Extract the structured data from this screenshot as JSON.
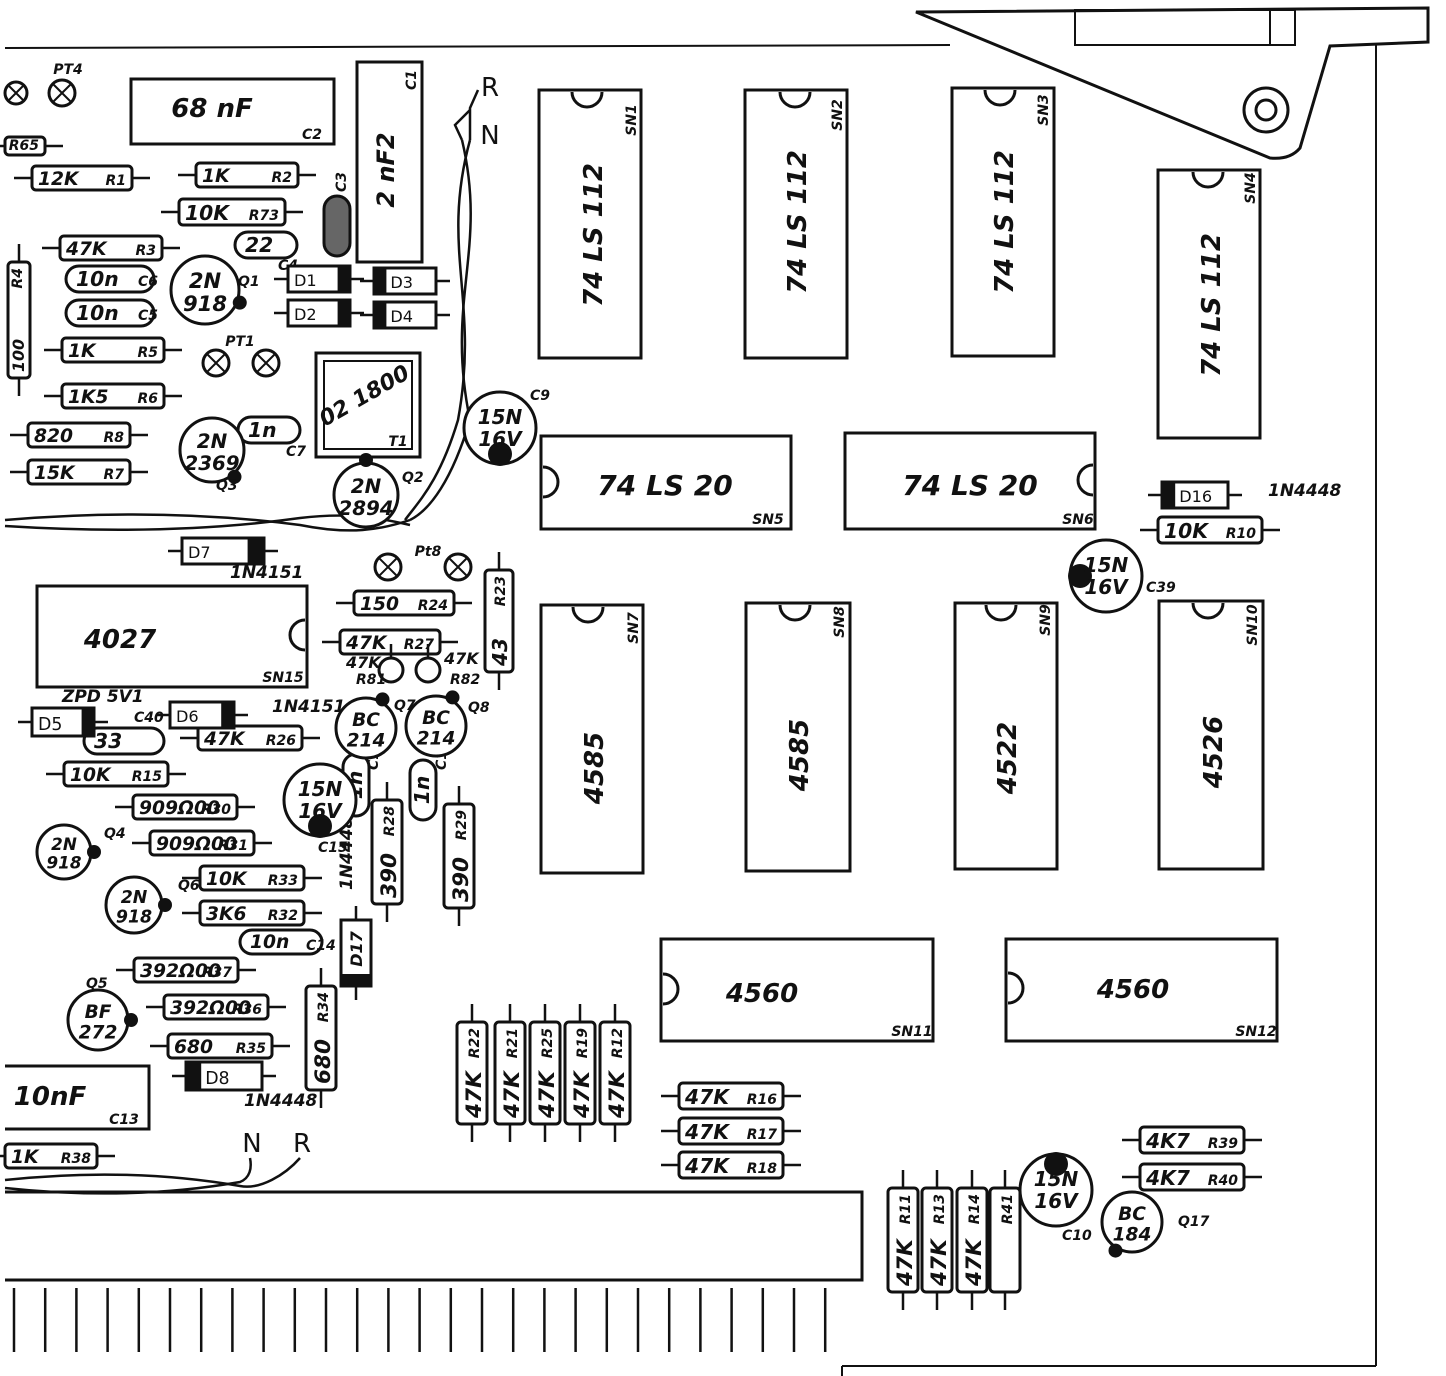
{
  "ics": [
    {
      "ref": "SN1",
      "part": "74 LS 112"
    },
    {
      "ref": "SN2",
      "part": "74 LS 112"
    },
    {
      "ref": "SN3",
      "part": "74 LS 112"
    },
    {
      "ref": "SN4",
      "part": "74 LS 112"
    },
    {
      "ref": "SN5",
      "part": "74 LS 20"
    },
    {
      "ref": "SN6",
      "part": "74 LS 20"
    },
    {
      "ref": "SN7",
      "part": "4585"
    },
    {
      "ref": "SN8",
      "part": "4585"
    },
    {
      "ref": "SN9",
      "part": "4522"
    },
    {
      "ref": "SN10",
      "part": "4526"
    },
    {
      "ref": "SN11",
      "part": "4560"
    },
    {
      "ref": "SN12",
      "part": "4560"
    },
    {
      "ref": "SN15",
      "part": "4027"
    }
  ],
  "capacitors": [
    {
      "ref": "C1",
      "value": "2 nF2"
    },
    {
      "ref": "C2",
      "value": "68 nF"
    },
    {
      "ref": "C3",
      "value": ""
    },
    {
      "ref": "C4",
      "value": "22"
    },
    {
      "ref": "C5",
      "value": "10n"
    },
    {
      "ref": "C6",
      "value": "10n"
    },
    {
      "ref": "C7",
      "value": "1n"
    },
    {
      "ref": "C9",
      "value": "15N 16V"
    },
    {
      "ref": "C10",
      "value": "15N 16V"
    },
    {
      "ref": "C11",
      "value": "1n"
    },
    {
      "ref": "C12",
      "value": "1n"
    },
    {
      "ref": "C13",
      "value": "10nF"
    },
    {
      "ref": "C14",
      "value": "10n"
    },
    {
      "ref": "C15",
      "value": "15N 16V"
    },
    {
      "ref": "C39",
      "value": "15N 16V"
    },
    {
      "ref": "C40",
      "value": "33"
    }
  ],
  "resistors": [
    {
      "ref": "R1",
      "value": "12K"
    },
    {
      "ref": "R2",
      "value": "1K"
    },
    {
      "ref": "R3",
      "value": "47K"
    },
    {
      "ref": "R4",
      "value": "100"
    },
    {
      "ref": "R5",
      "value": "1K"
    },
    {
      "ref": "R6",
      "value": "1K5"
    },
    {
      "ref": "R7",
      "value": "15K"
    },
    {
      "ref": "R8",
      "value": "820"
    },
    {
      "ref": "R10",
      "value": "10K"
    },
    {
      "ref": "R11",
      "value": "47K"
    },
    {
      "ref": "R12",
      "value": "47K"
    },
    {
      "ref": "R13",
      "value": "47K"
    },
    {
      "ref": "R14",
      "value": "47K"
    },
    {
      "ref": "R15",
      "value": "10K"
    },
    {
      "ref": "R16",
      "value": "47K"
    },
    {
      "ref": "R17",
      "value": "47K"
    },
    {
      "ref": "R18",
      "value": "47K"
    },
    {
      "ref": "R19",
      "value": "47K"
    },
    {
      "ref": "R21",
      "value": "47K"
    },
    {
      "ref": "R22",
      "value": "47K"
    },
    {
      "ref": "R24",
      "value": "150"
    },
    {
      "ref": "R25",
      "value": "47K"
    },
    {
      "ref": "R26",
      "value": "47K"
    },
    {
      "ref": "R27",
      "value": "47K"
    },
    {
      "ref": "R28",
      "value": "390"
    },
    {
      "ref": "R29",
      "value": "390"
    },
    {
      "ref": "R30",
      "value": "909Ω00"
    },
    {
      "ref": "R31",
      "value": "909Ω00"
    },
    {
      "ref": "R32",
      "value": "3K6"
    },
    {
      "ref": "R33",
      "value": "10K"
    },
    {
      "ref": "R34",
      "value": "680"
    },
    {
      "ref": "R35",
      "value": "680"
    },
    {
      "ref": "R36",
      "value": "392Ω00"
    },
    {
      "ref": "R37",
      "value": "392Ω00"
    },
    {
      "ref": "R38",
      "value": "1K"
    },
    {
      "ref": "R39",
      "value": "4K7"
    },
    {
      "ref": "R40",
      "value": "4K7"
    },
    {
      "ref": "R65",
      "value": ""
    },
    {
      "ref": "R73",
      "value": "10K"
    },
    {
      "ref": "R81",
      "value": "47K"
    },
    {
      "ref": "R82",
      "value": "47K"
    },
    {
      "ref": "R23",
      "value": "43"
    }
  ],
  "diodes": [
    {
      "ref": "D1"
    },
    {
      "ref": "D2"
    },
    {
      "ref": "D3"
    },
    {
      "ref": "D4"
    },
    {
      "ref": "D5",
      "type": "ZPD 5V1"
    },
    {
      "ref": "D6",
      "type": "1N4151"
    },
    {
      "ref": "D7",
      "type": "1N4151"
    },
    {
      "ref": "D8",
      "type": "1N4448"
    },
    {
      "ref": "D16",
      "type": "1N4448"
    },
    {
      "ref": "D17",
      "type": "1N4448"
    }
  ],
  "transistors": [
    {
      "ref": "Q1",
      "type": "2N 918"
    },
    {
      "ref": "Q2",
      "type": "2N 2894"
    },
    {
      "ref": "Q3",
      "type": "2N 2369"
    },
    {
      "ref": "Q4",
      "type": "2N 918"
    },
    {
      "ref": "Q5",
      "type": "BF 272"
    },
    {
      "ref": "Q6",
      "type": "2N 918"
    },
    {
      "ref": "Q7",
      "type": "BC 214"
    },
    {
      "ref": "Q8",
      "type": "BC 214"
    },
    {
      "ref": "Q17",
      "type": "BC 184"
    }
  ],
  "transformer": {
    "ref": "T1",
    "part": "02 1800"
  },
  "test_points": [
    "PT1",
    "PT4",
    "Pt8"
  ],
  "wire_labels": {
    "r_top": "R",
    "n_top": "N",
    "n_bottom": "N",
    "r_bottom": "R"
  },
  "colors": {
    "ink": "#111111",
    "paper": "#ffffff"
  }
}
